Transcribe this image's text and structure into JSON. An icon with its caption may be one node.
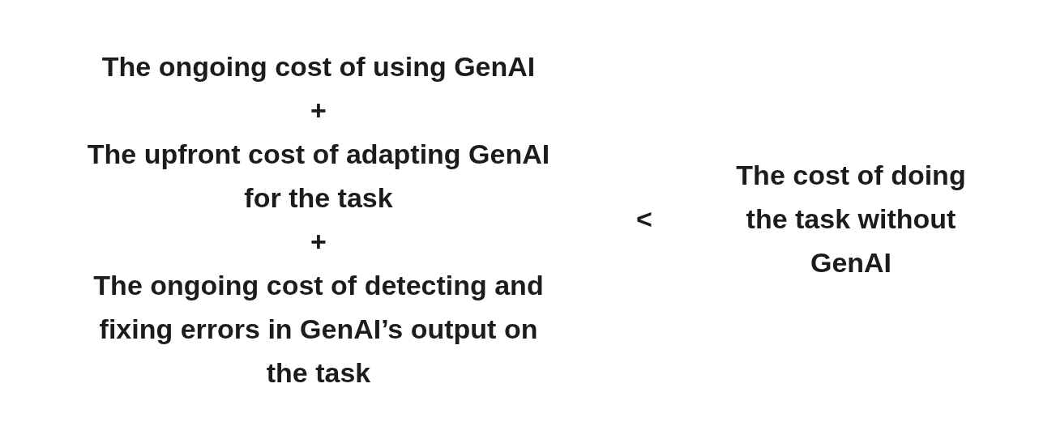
{
  "diagram": {
    "labels": [
      "The ongoing cost of using GenAI",
      "+",
      "The upfront cost of adapting GenAI for the task",
      "+",
      "The ongoing cost of detecting and fixing errors in GenAI’s output on the task",
      "<",
      "The cost of doing the task without GenAI"
    ]
  }
}
